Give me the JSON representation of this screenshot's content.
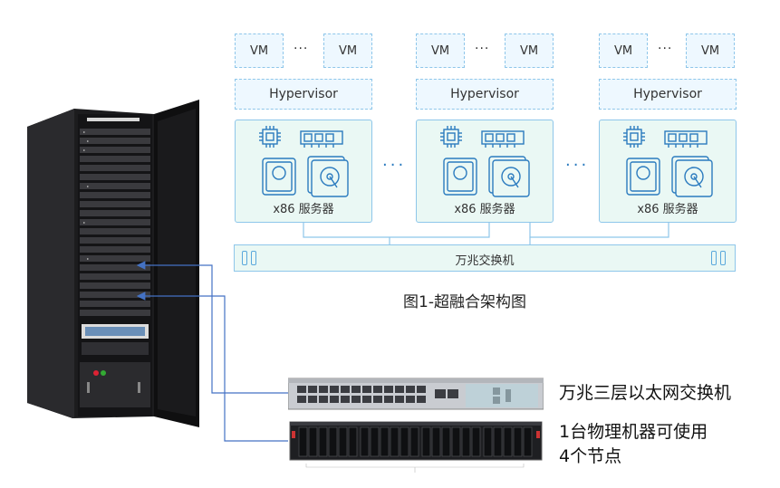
{
  "diagram": {
    "vm_label": "VM",
    "ellipsis": "···",
    "hypervisor_label": "Hypervisor",
    "server_label": "x86 服务器",
    "between_dots": "···",
    "switch_label": "万兆交换机",
    "caption": "图1-超融合架构图"
  },
  "hardware": {
    "switch_desc": "万兆三层以太网交换机",
    "server_desc_line1": "1台物理机器可使用",
    "server_desc_line2": "4个节点"
  },
  "colors": {
    "box_border": "#8ec6ea",
    "box_fill": "#eef8ff",
    "server_fill": "#eaf8f4",
    "icon_blue": "#2b7bbf",
    "arrow_blue": "#4472c4"
  }
}
